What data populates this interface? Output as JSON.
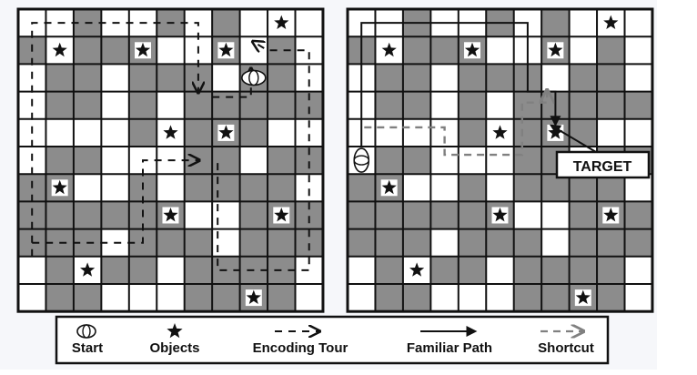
{
  "figure": {
    "maps": [
      {
        "name": "encoding-map",
        "rows": 11,
        "cols": 11,
        "grey_cells": [
          [
            0,
            2
          ],
          [
            0,
            5
          ],
          [
            0,
            7
          ],
          [
            1,
            0
          ],
          [
            1,
            2
          ],
          [
            1,
            3
          ],
          [
            1,
            4
          ],
          [
            1,
            7
          ],
          [
            1,
            9
          ],
          [
            2,
            1
          ],
          [
            2,
            2
          ],
          [
            2,
            4
          ],
          [
            2,
            5
          ],
          [
            2,
            6
          ],
          [
            2,
            8
          ],
          [
            2,
            9
          ],
          [
            3,
            1
          ],
          [
            3,
            2
          ],
          [
            3,
            4
          ],
          [
            3,
            6
          ],
          [
            3,
            7
          ],
          [
            3,
            8
          ],
          [
            3,
            9
          ],
          [
            3,
            10
          ],
          [
            4,
            4
          ],
          [
            4,
            6
          ],
          [
            4,
            7
          ],
          [
            4,
            8
          ],
          [
            5,
            1
          ],
          [
            5,
            2
          ],
          [
            5,
            6
          ],
          [
            5,
            7
          ],
          [
            5,
            9
          ],
          [
            5,
            10
          ],
          [
            6,
            0
          ],
          [
            6,
            1
          ],
          [
            6,
            4
          ],
          [
            6,
            6
          ],
          [
            6,
            7
          ],
          [
            6,
            8
          ],
          [
            6,
            9
          ],
          [
            7,
            0
          ],
          [
            7,
            1
          ],
          [
            7,
            2
          ],
          [
            7,
            3
          ],
          [
            7,
            4
          ],
          [
            7,
            5
          ],
          [
            7,
            8
          ],
          [
            7,
            9
          ],
          [
            7,
            10
          ],
          [
            8,
            0
          ],
          [
            8,
            1
          ],
          [
            8,
            2
          ],
          [
            8,
            4
          ],
          [
            8,
            5
          ],
          [
            8,
            6
          ],
          [
            8,
            8
          ],
          [
            8,
            9
          ],
          [
            8,
            10
          ],
          [
            9,
            1
          ],
          [
            9,
            3
          ],
          [
            9,
            4
          ],
          [
            9,
            6
          ],
          [
            9,
            7
          ],
          [
            9,
            8
          ],
          [
            9,
            9
          ],
          [
            10,
            1
          ],
          [
            10,
            2
          ],
          [
            10,
            6
          ],
          [
            10,
            7
          ],
          [
            10,
            8
          ],
          [
            10,
            9
          ]
        ],
        "objects": [
          [
            1,
            1
          ],
          [
            1,
            4
          ],
          [
            1,
            7
          ],
          [
            0,
            9
          ],
          [
            4,
            5
          ],
          [
            4,
            7
          ],
          [
            6,
            1
          ],
          [
            7,
            5
          ],
          [
            7,
            9
          ],
          [
            9,
            2
          ],
          [
            10,
            8
          ]
        ],
        "start_cell": [
          2,
          8
        ],
        "encoding_tour": [
          {
            "path": [
              [
                0.5,
                9.0
              ],
              [
                0.5,
                0.5
              ],
              [
                6.5,
                0.5
              ],
              [
                6.5,
                3.0
              ]
            ]
          },
          {
            "path": [
              [
                0.5,
                8.5
              ],
              [
                4.5,
                8.5
              ],
              [
                4.5,
                5.5
              ],
              [
                6.5,
                5.5
              ]
            ]
          },
          {
            "path": [
              [
                7.2,
                5.6
              ],
              [
                7.2,
                9.5
              ],
              [
                10.5,
                9.5
              ],
              [
                10.5,
                1.5
              ],
              [
                9.0,
                1.5
              ],
              [
                8.5,
                1.2
              ]
            ]
          },
          {
            "path": [
              [
                7.0,
                3.2
              ],
              [
                8.4,
                3.2
              ],
              [
                8.4,
                2.2
              ]
            ]
          }
        ]
      },
      {
        "name": "test-map",
        "rows": 11,
        "cols": 11,
        "grey_cells": [
          [
            0,
            2
          ],
          [
            0,
            5
          ],
          [
            0,
            7
          ],
          [
            1,
            0
          ],
          [
            1,
            2
          ],
          [
            1,
            3
          ],
          [
            1,
            4
          ],
          [
            1,
            7
          ],
          [
            1,
            9
          ],
          [
            2,
            1
          ],
          [
            2,
            2
          ],
          [
            2,
            4
          ],
          [
            2,
            5
          ],
          [
            2,
            6
          ],
          [
            2,
            8
          ],
          [
            2,
            9
          ],
          [
            3,
            1
          ],
          [
            3,
            2
          ],
          [
            3,
            4
          ],
          [
            3,
            6
          ],
          [
            3,
            7
          ],
          [
            3,
            8
          ],
          [
            3,
            9
          ],
          [
            3,
            10
          ],
          [
            4,
            4
          ],
          [
            4,
            6
          ],
          [
            4,
            7
          ],
          [
            4,
            8
          ],
          [
            5,
            1
          ],
          [
            5,
            2
          ],
          [
            5,
            6
          ],
          [
            5,
            7
          ],
          [
            5,
            9
          ],
          [
            5,
            10
          ],
          [
            6,
            0
          ],
          [
            6,
            1
          ],
          [
            6,
            4
          ],
          [
            6,
            6
          ],
          [
            6,
            7
          ],
          [
            6,
            8
          ],
          [
            6,
            9
          ],
          [
            7,
            0
          ],
          [
            7,
            1
          ],
          [
            7,
            2
          ],
          [
            7,
            3
          ],
          [
            7,
            4
          ],
          [
            7,
            5
          ],
          [
            7,
            8
          ],
          [
            7,
            9
          ],
          [
            7,
            10
          ],
          [
            8,
            0
          ],
          [
            8,
            1
          ],
          [
            8,
            2
          ],
          [
            8,
            4
          ],
          [
            8,
            5
          ],
          [
            8,
            6
          ],
          [
            8,
            8
          ],
          [
            8,
            9
          ],
          [
            8,
            10
          ],
          [
            9,
            1
          ],
          [
            9,
            3
          ],
          [
            9,
            4
          ],
          [
            9,
            6
          ],
          [
            9,
            7
          ],
          [
            9,
            8
          ],
          [
            9,
            9
          ],
          [
            10,
            1
          ],
          [
            10,
            2
          ],
          [
            10,
            6
          ],
          [
            10,
            7
          ],
          [
            10,
            8
          ],
          [
            10,
            9
          ]
        ],
        "objects": [
          [
            1,
            1
          ],
          [
            1,
            4
          ],
          [
            1,
            7
          ],
          [
            0,
            9
          ],
          [
            4,
            5
          ],
          [
            4,
            7
          ],
          [
            6,
            1
          ],
          [
            7,
            5
          ],
          [
            7,
            9
          ],
          [
            9,
            2
          ],
          [
            10,
            8
          ]
        ],
        "start_cell": [
          5,
          0
        ],
        "familiar_path": [
          [
            0.5,
            5.0
          ],
          [
            0.5,
            0.5
          ],
          [
            6.5,
            0.5
          ],
          [
            6.5,
            3.0
          ],
          [
            7.5,
            3.0
          ],
          [
            7.5,
            4.2
          ]
        ],
        "shortcut": [
          {
            "path": [
              [
                0.6,
                4.3
              ],
              [
                3.5,
                4.3
              ],
              [
                3.5,
                5.3
              ],
              [
                6.3,
                5.3
              ],
              [
                6.3,
                3.4
              ],
              [
                7.2,
                3.4
              ],
              [
                7.2,
                3.0
              ]
            ]
          }
        ],
        "target_label": "TARGET"
      }
    ]
  },
  "legend": {
    "start": "Start",
    "objects": "Objects",
    "encoding_tour": "Encoding Tour",
    "familiar_path": "Familiar Path",
    "shortcut": "Shortcut"
  },
  "colors": {
    "grid_line": "#111111",
    "grey_cell": "#8c8c8c",
    "white_cell": "#ffffff",
    "ink": "#111111",
    "shortcut": "#808080",
    "frame_bg": "#f6f7fa"
  }
}
